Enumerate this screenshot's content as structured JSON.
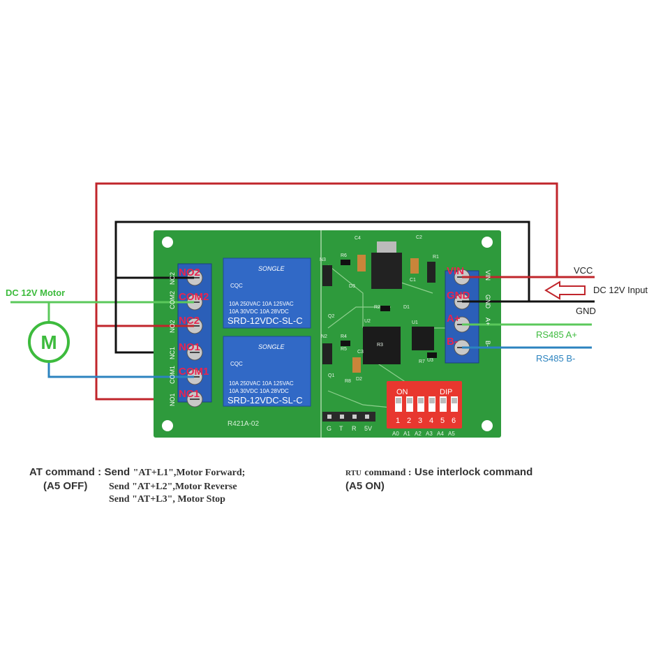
{
  "motor": {
    "label": "DC 12V Motor",
    "symbol": "M"
  },
  "terminals_left": [
    "NO2",
    "COM2",
    "NC2",
    "NO1",
    "COM1",
    "NC1"
  ],
  "terminals_left_silk": [
    "NC2",
    "COM2",
    "NO2",
    "NC1",
    "COM1",
    "NO1"
  ],
  "terminals_right": [
    "VIN",
    "GND",
    "A+",
    "B-"
  ],
  "terminals_right_silk": [
    "VIN",
    "GND",
    "A+",
    "B-"
  ],
  "power": {
    "vcc": "VCC",
    "input": "DC 12V Input",
    "gnd": "GND"
  },
  "rs485": {
    "a": "RS485 A+",
    "b": "RS485 B-"
  },
  "relay": {
    "brand": "SONGLE",
    "line1": "10A 250VAC  10A 125VAC",
    "line2": "10A  30VDC  10A  28VDC",
    "model": "SRD-12VDC-SL-C",
    "cert": "CQC"
  },
  "board": {
    "model": "R421A-02",
    "header_pins": [
      "G",
      "T",
      "R",
      "5V"
    ]
  },
  "dip": {
    "on": "ON",
    "label": "DIP",
    "numbers": [
      "1",
      "2",
      "3",
      "4",
      "5",
      "6"
    ],
    "addresses": [
      "A0",
      "A1",
      "A2",
      "A3",
      "A4",
      "A5"
    ]
  },
  "components": [
    "C4",
    "R6",
    "N3",
    "D3",
    "R1",
    "C2",
    "C1",
    "R2",
    "D1",
    "U1",
    "U2",
    "U3",
    "R4",
    "R5",
    "R3",
    "Q2",
    "Q1",
    "D2",
    "N2",
    "R7",
    "R8",
    "C3"
  ],
  "caption": {
    "at_title": "AT command :",
    "at_send": "Send",
    "at_line1": "\"AT+L1\",Motor Forward;",
    "at_note": "(A5 OFF)",
    "at_line2": "Send \"AT+L2\",Motor Reverse",
    "at_line3": "Send \"AT+L3\", Motor Stop",
    "rtu_small": "RTU",
    "rtu_title": "command :",
    "rtu_text": "Use interlock command",
    "rtu_note": "(A5 ON)"
  }
}
